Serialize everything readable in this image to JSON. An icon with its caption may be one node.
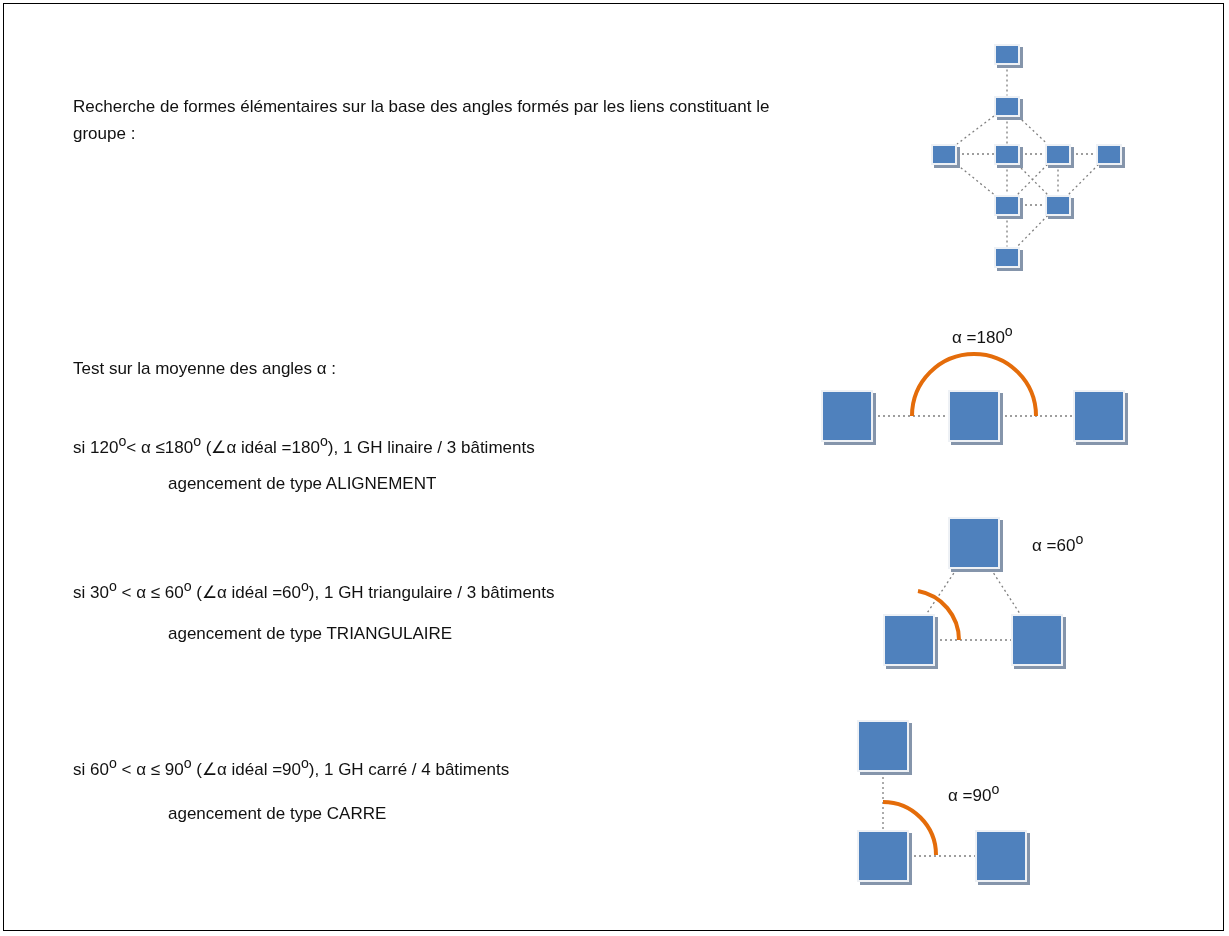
{
  "diagram": {
    "nodes": [
      {
        "text": [],
        "shape": "box"
      },
      {
        "text": [],
        "shape": "box"
      },
      {
        "text": [],
        "shape": "box"
      },
      {
        "text": [],
        "shape": "box"
      },
      {
        "text": [],
        "shape": "box"
      },
      {
        "text": [],
        "shape": "box"
      },
      {
        "text": [],
        "shape": "box"
      },
      {
        "text": [],
        "shape": "box"
      },
      {
        "text": [],
        "shape": "box"
      },
      {
        "text": [],
        "shape": "box"
      },
      {
        "text": [],
        "shape": "box"
      },
      {
        "text": [],
        "shape": "box"
      },
      {
        "text": [],
        "shape": "box"
      },
      {
        "text": [],
        "shape": "box"
      },
      {
        "text": [],
        "shape": "box"
      },
      {
        "text": [],
        "shape": "box"
      },
      {
        "text": [],
        "shape": "box"
      },
      {
        "text": [],
        "shape": "box"
      }
    ],
    "edges": [
      {
        "from": 0,
        "to": 1,
        "arrow": "none",
        "style": "dashed"
      },
      {
        "from": 1,
        "to": 2,
        "arrow": "none",
        "style": "dashed"
      },
      {
        "from": 1,
        "to": 3,
        "arrow": "none",
        "style": "dashed"
      },
      {
        "from": 1,
        "to": 4,
        "arrow": "none",
        "style": "dashed"
      },
      {
        "from": 2,
        "to": 3,
        "arrow": "none",
        "style": "dashed"
      },
      {
        "from": 3,
        "to": 4,
        "arrow": "none",
        "style": "dashed"
      },
      {
        "from": 4,
        "to": 5,
        "arrow": "none",
        "style": "dashed"
      },
      {
        "from": 2,
        "to": 6,
        "arrow": "none",
        "style": "dashed"
      },
      {
        "from": 3,
        "to": 6,
        "arrow": "none",
        "style": "dashed"
      },
      {
        "from": 3,
        "to": 7,
        "arrow": "none",
        "style": "dashed"
      },
      {
        "from": 4,
        "to": 6,
        "arrow": "none",
        "style": "dashed"
      },
      {
        "from": 4,
        "to": 7,
        "arrow": "none",
        "style": "dashed"
      },
      {
        "from": 5,
        "to": 7,
        "arrow": "none",
        "style": "dashed"
      },
      {
        "from": 6,
        "to": 7,
        "arrow": "none",
        "style": "dashed"
      },
      {
        "from": 6,
        "to": 8,
        "arrow": "none",
        "style": "dashed"
      },
      {
        "from": 7,
        "to": 8,
        "arrow": "none",
        "style": "dashed"
      },
      {
        "from": 9,
        "to": 10,
        "arrow": "none",
        "style": "dashed"
      },
      {
        "from": 10,
        "to": 11,
        "arrow": "none",
        "style": "dashed"
      },
      {
        "from": 12,
        "to": 13,
        "arrow": "none",
        "style": "dashed"
      },
      {
        "from": 12,
        "to": 14,
        "arrow": "none",
        "style": "dashed"
      },
      {
        "from": 13,
        "to": 14,
        "arrow": "none",
        "style": "dashed"
      },
      {
        "from": 15,
        "to": 16,
        "arrow": "none",
        "style": "dashed"
      },
      {
        "from": 16,
        "to": 17,
        "arrow": "none",
        "style": "dashed"
      }
    ],
    "labels": [
      "Recherche de formes élémentaires sur la base des angles formés par les liens constituant le groupe :",
      "α =180$^{o}$",
      "Test sur la moyenne des angles α :",
      "si 120$^{o}$< α ≤180$^{o}$ (∠α idéal =180$^{o}$), 1 GH linaire / 3 bâtiments",
      "agencement de type ALIGNEMENT",
      "α =60$^{o}$",
      "si  30$^{o}$ < α ≤ 60$^{o}$ (∠α idéal =60$^{o}$), 1 GH triangulaire / 3 bâtiments",
      "agencement de type TRIANGULAIRE",
      "si  60$^{o}$ < α ≤ 90$^{o}$ (∠α idéal =90$^{o}$), 1 GH carré / 4 bâtiments",
      "α =90$^{o}$",
      "agencement de type CARRE"
    ]
  }
}
